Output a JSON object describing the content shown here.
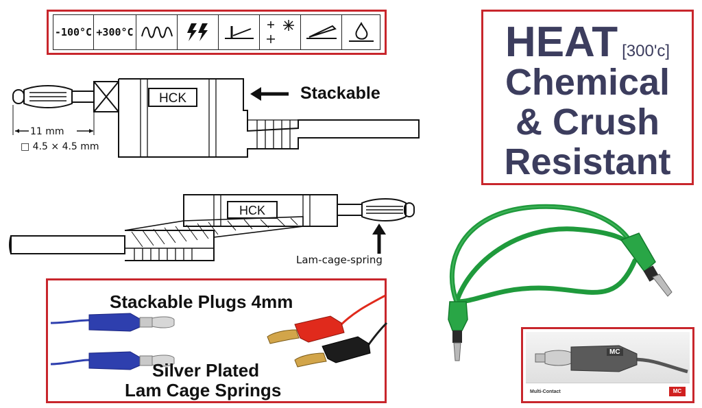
{
  "symbols": {
    "low_temp": "-100°C",
    "high_temp": "+300°C"
  },
  "top_drawing": {
    "brand_label": "HCK",
    "arrow_label": "Stackable",
    "dim_length": "11 mm",
    "dim_square": "□ 4.5 × 4.5 mm"
  },
  "bottom_drawing": {
    "brand_label": "HCK",
    "spring_label": "Lam-cage-spring"
  },
  "heat_box": {
    "line1": "HEAT",
    "line1_sub": "[300'c]",
    "line2": "Chemical",
    "line3": "& Crush",
    "line4": "Resistant"
  },
  "plugs_box": {
    "title": "Stackable Plugs 4mm",
    "subtitle_1": "Silver Plated",
    "subtitle_2": "Lam Cage Springs"
  },
  "mc_box": {
    "plug_label": "MC",
    "brand_text": "Multi-Contact",
    "logo_text": "MC"
  },
  "colors": {
    "border_red": "#c8262c",
    "heading_navy": "#3c3d5e",
    "cable_green": "#1f9a3c",
    "plug_blue": "#2e3fae",
    "plug_red": "#e02a1c",
    "plug_black": "#1c1c1c"
  }
}
